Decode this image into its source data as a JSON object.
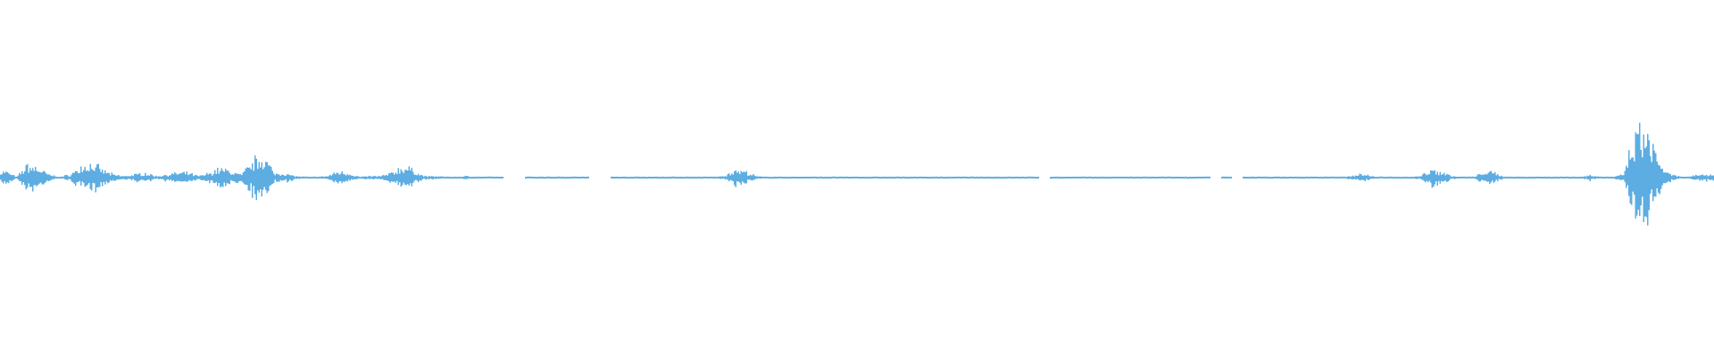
{
  "chart_data": {
    "type": "area",
    "title": "",
    "xlabel": "",
    "ylabel": "",
    "ylim": [
      -1,
      1
    ],
    "grid": false,
    "legend": "none",
    "color": "#5dade2",
    "envelope": [
      0.04,
      0.005,
      0.08,
      0.06,
      0.02,
      0.005,
      0.02,
      0.07,
      0.09,
      0.05,
      0.02,
      0.01,
      0.02,
      0.03,
      0.01,
      0.02,
      0.03,
      0.03,
      0.01,
      0.03,
      0.06,
      0.04,
      0.02,
      0.1,
      0.15,
      0.03,
      0.03,
      0.01,
      0.005,
      0.005,
      0.01,
      0.04,
      0.03,
      0.005,
      0.01,
      0.01,
      0.03,
      0.07,
      0.05,
      0.01,
      0.01,
      0.005,
      0.003,
      0.01,
      0.003,
      0.003,
      0.002,
      0,
      0,
      0.002,
      0.002,
      0.002,
      0.002,
      0.002,
      0.002,
      0,
      0,
      0.002,
      0.003,
      0.003,
      0.003,
      0.003,
      0.003,
      0.003,
      0.003,
      0.003,
      0.003,
      0.01,
      0.05,
      0.04,
      0.01,
      0.003,
      0.003,
      0.003,
      0.003,
      0.003,
      0.003,
      0.003,
      0.003,
      0.003,
      0.003,
      0.003,
      0.003,
      0.003,
      0.002,
      0.003,
      0.003,
      0.003,
      0.003,
      0.003,
      0.003,
      0.003,
      0.003,
      0.003,
      0.003,
      0.003,
      0.003,
      0,
      0.002,
      0.003,
      0.003,
      0.003,
      0.003,
      0.002,
      0.003,
      0.003,
      0.003,
      0.003,
      0.003,
      0.003,
      0.003,
      0.003,
      0.003,
      0,
      0.002,
      0,
      0.003,
      0.003,
      0.003,
      0.003,
      0.003,
      0.003,
      0.003,
      0.003,
      0.003,
      0.003,
      0.02,
      0.02,
      0.004,
      0.004,
      0.004,
      0.004,
      0.01,
      0.05,
      0.04,
      0.01,
      0.003,
      0.003,
      0.04,
      0.03,
      0.003,
      0.003,
      0.003,
      0.003,
      0.003,
      0.003,
      0.003,
      0.003,
      0.02,
      0.005,
      0.005,
      0.02,
      0.25,
      0.3,
      0.15,
      0.03,
      0.01,
      0.002,
      0.02,
      0.02
    ]
  }
}
